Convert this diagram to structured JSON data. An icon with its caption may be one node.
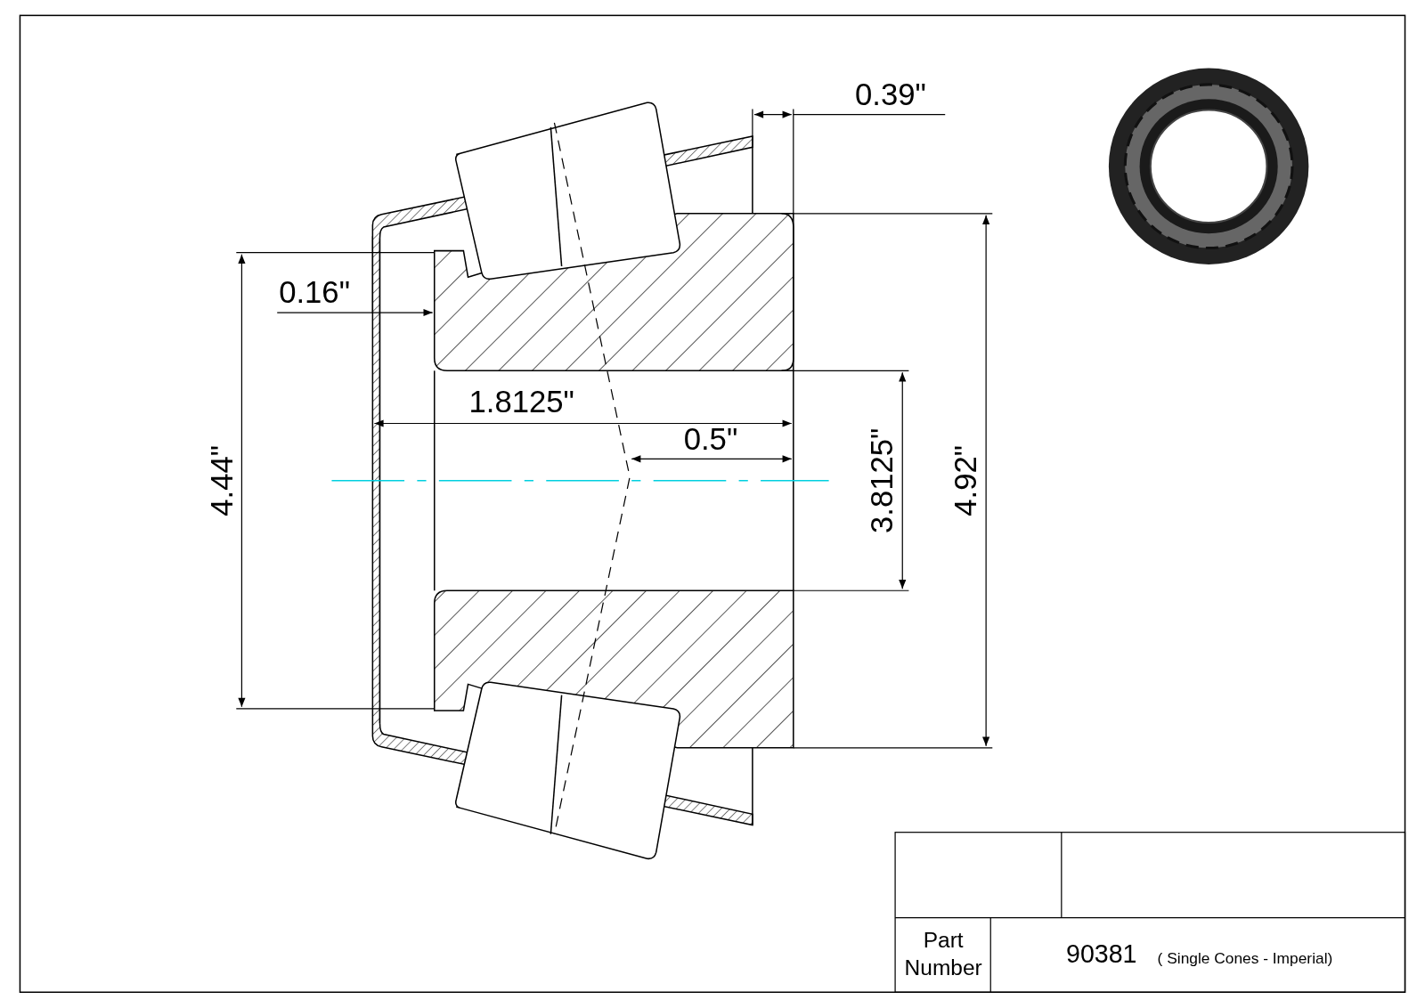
{
  "diagram": {
    "labels": [
      "0.39\"",
      "0.16\"",
      "1.8125\"",
      "0.5\"",
      "4.44\"",
      "3.8125\"",
      "4.92\"",
      "Part Number",
      "90381",
      "( Single Cones - Imperial)"
    ]
  }
}
